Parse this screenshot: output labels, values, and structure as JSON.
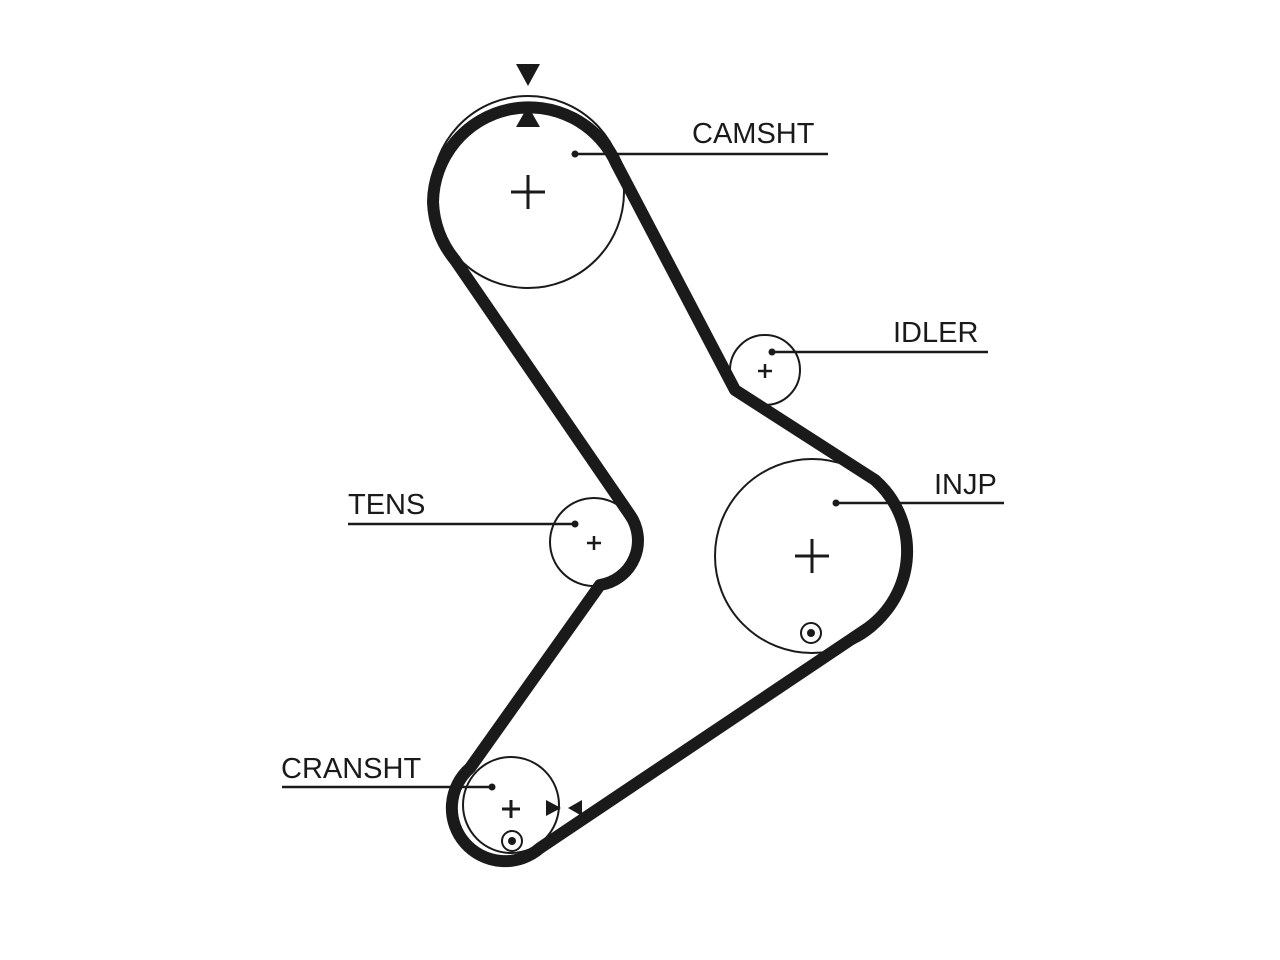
{
  "diagram": {
    "labels": {
      "camshaft": "CAMSHT",
      "idler": "IDLER",
      "injection_pump": "INJP",
      "tensioner": "TENS",
      "crankshaft": "CRANSHT"
    },
    "colors": {
      "ink": "#1a1a1a",
      "background": "#ffffff"
    }
  }
}
